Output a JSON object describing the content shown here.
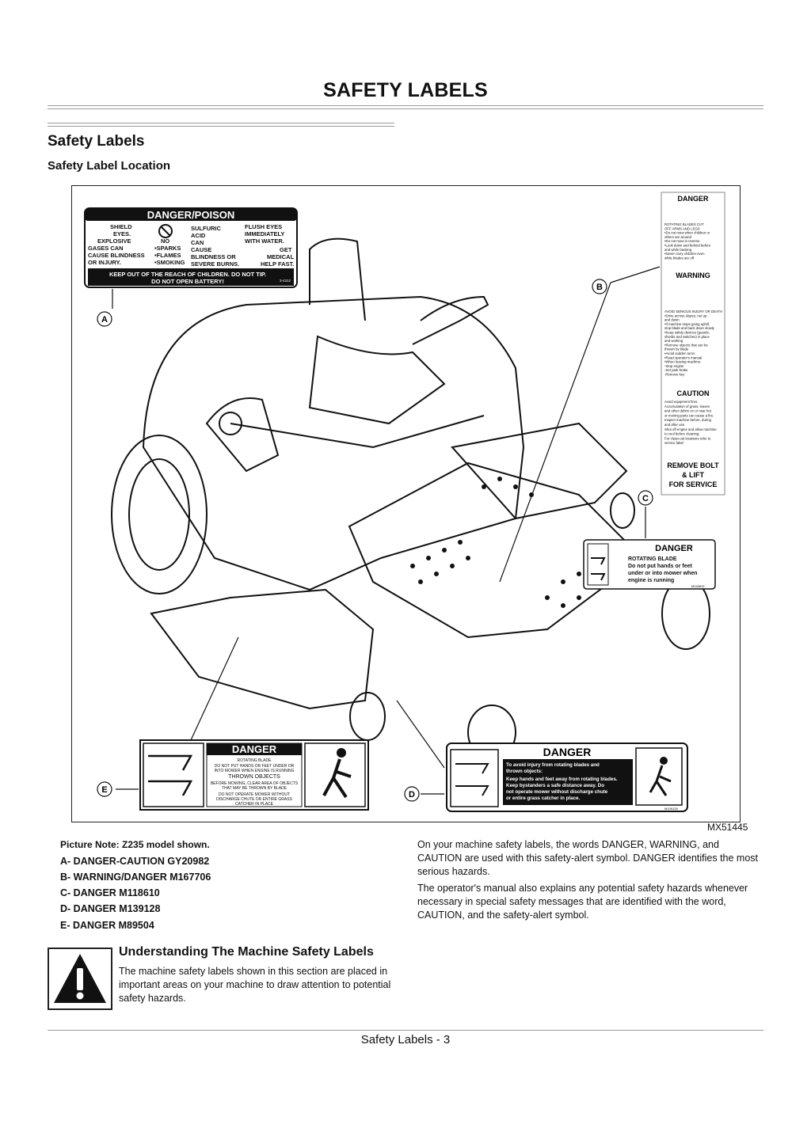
{
  "header": {
    "title": "SAFETY LABELS"
  },
  "section": {
    "heading": "Safety Labels",
    "subheading": "Safety Label Location"
  },
  "figure": {
    "id": "MX51445",
    "callouts": {
      "a": "A",
      "b": "B",
      "c": "C",
      "d": "D",
      "e": "E"
    },
    "danger_poison_label": {
      "title": "DANGER/POISON",
      "col1": [
        "SHIELD",
        "EYES.",
        "EXPLOSIVE",
        "GASES CAN",
        "CAUSE BLINDNESS",
        "OR INJURY."
      ],
      "col2": [
        "NO",
        "•SPARKS",
        "•FLAMES",
        "•SMOKING"
      ],
      "col3": [
        "SULFURIC",
        "ACID",
        "CAN",
        "CAUSE",
        "BLINDNESS OR",
        "SEVERE BURNS."
      ],
      "col4": [
        "FLUSH EYES",
        "IMMEDIATELY",
        "WITH WATER.",
        "GET",
        "MEDICAL",
        "HELP FAST."
      ],
      "footer1": "KEEP OUT OF THE REACH OF CHILDREN. DO NOT TIP.",
      "footer2": "DO NOT OPEN BATTERY!",
      "code": "3-4312"
    },
    "right_label": {
      "danger_title": "DANGER",
      "danger_lines": [
        "ROTATING BLADES CUT",
        "OFF ARMS AND LEGS",
        "•Do not mow when children or",
        "others are around",
        "•Do not mow in reverse",
        "•Look down and behind before",
        "and while backing",
        "•Never carry children even",
        "while blades are off"
      ],
      "warning_title": "WARNING",
      "warning_lines": [
        "AVOID SERIOUS INJURY OR DEATH",
        "•Drive across slopes, not up",
        "and down",
        "•If machine stops going uphill,",
        "stop blade and back down slowly",
        "•Keep safety devices (guards,",
        "shields and switches) in place",
        "and working",
        "•Remove objects that can be",
        "thrown by blade",
        "•Avoid sudden turns",
        "•Read operator's manual",
        "•When leaving machine:",
        "-Stop engine",
        "-Set park brake",
        "-Remove key"
      ],
      "caution_title": "CAUTION",
      "caution_lines": [
        "Avoid equipment fires.",
        "Accumulation of grass, leaves",
        "and other debris on or near hot",
        "or moving parts can cause a fire.",
        "Inspect machine before, during",
        "and after use.",
        "Shut off engine and allow machine",
        "to cool before cleaning.",
        "For clean-out locations refer to",
        "service label"
      ],
      "remove_bolt": [
        "REMOVE BOLT",
        "& LIFT",
        "FOR SERVICE"
      ]
    },
    "label_c": {
      "title": "DANGER",
      "lines": [
        "ROTATING BLADE",
        "Do not put hands or feet",
        "under or into mower when",
        "engine is running"
      ],
      "code": "M118610"
    },
    "label_d": {
      "title": "DANGER",
      "lines": [
        "To avoid injury from rotating blades and",
        "thrown objects:",
        "Keep hands and feet away from rotating blades.",
        "Keep bystanders a safe distance away. Do",
        "not operate mower without discharge chute",
        "or entire grass catcher in place."
      ],
      "code": "M139128"
    },
    "label_e": {
      "title": "DANGER",
      "lines": [
        "ROTATING BLADE",
        "DO NOT PUT HANDS OR FEET UNDER OR",
        "INTO MOWER WHEN ENGINE IS RUNNING",
        "THROWN OBJECTS",
        "BEFORE MOWING, CLEAR AREA OF OBJECTS",
        "THAT MAY BE THROWN BY BLADE",
        "DO NOT OPERATE MOWER WITHOUT",
        "DISCHARGE CHUTE OR ENTIRE GRASS",
        "CATCHER IN PLACE"
      ]
    }
  },
  "notes": {
    "picture_note": "Picture Note: Z235 model shown.",
    "labels": [
      "A- DANGER-CAUTION GY20982",
      "B- WARNING/DANGER M167706",
      "C- DANGER M118610",
      "D- DANGER M139128",
      "E- DANGER M89504"
    ]
  },
  "body": {
    "para1": "On your machine safety labels, the words DANGER, WARNING, and CAUTION are used with this safety-alert symbol. DANGER identifies the most serious hazards.",
    "para2": "The operator's manual also explains any potential safety hazards whenever necessary in special safety messages that are identified with the word, CAUTION, and the safety-alert symbol."
  },
  "understanding": {
    "heading": "Understanding The Machine Safety Labels",
    "text": "The machine safety labels shown in this section are placed in important areas on your machine to draw attention to potential safety hazards."
  },
  "footer": {
    "page_label": "Safety Labels - 3"
  }
}
